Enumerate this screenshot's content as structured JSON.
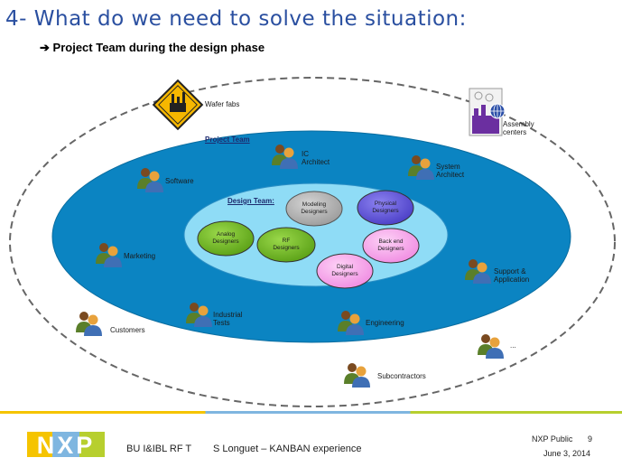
{
  "slide": {
    "title": "4- What do we need to solve the situation:",
    "subtitle": "Project Team during the design phase",
    "arrow": "➔"
  },
  "outer_ring": {
    "wafer_fabs": "Wafer fabs",
    "assembly_centers": "Assembly\ncenters",
    "customers": "Customers",
    "subcontractors": "Subcontractors",
    "ellipsis": "..."
  },
  "project_team": {
    "label": "Project Team",
    "members": {
      "ic_architect": "IC\nArchitect",
      "software": "Software",
      "system_architect": "System\nArchitect",
      "marketing": "Marketing",
      "support_application": "Support &\nApplication",
      "industrial_tests": "Industrial\nTests",
      "engineering": "Engineering"
    }
  },
  "design_team": {
    "label": "Design Team:",
    "groups": {
      "modeling": "Modeling\nDesigners",
      "physical": "Physical\nDesigners",
      "analog": "Analog\nDesigners",
      "rf": "RF\nDesigners",
      "backend": "Back end\nDesigners",
      "digital": "Digital\nDesigners"
    }
  },
  "footer": {
    "dept": "BU I&IBL RF T",
    "presenter": "S Longuet – KANBAN experience",
    "classification": "NXP Public",
    "page": "9",
    "date": "June 3, 2014",
    "logo_text": "NXP"
  },
  "colors": {
    "title": "#2a4fa0",
    "project_team": "#0b84c2",
    "design_team": "#8fdcf6",
    "green_group": "#6cb21b",
    "purple_group": "#5b4ed0",
    "gray_group": "#a9a9a9",
    "pink_group": "#f69de8",
    "logo_yellow": "#f5c400",
    "logo_blue": "#7fb6e0"
  }
}
